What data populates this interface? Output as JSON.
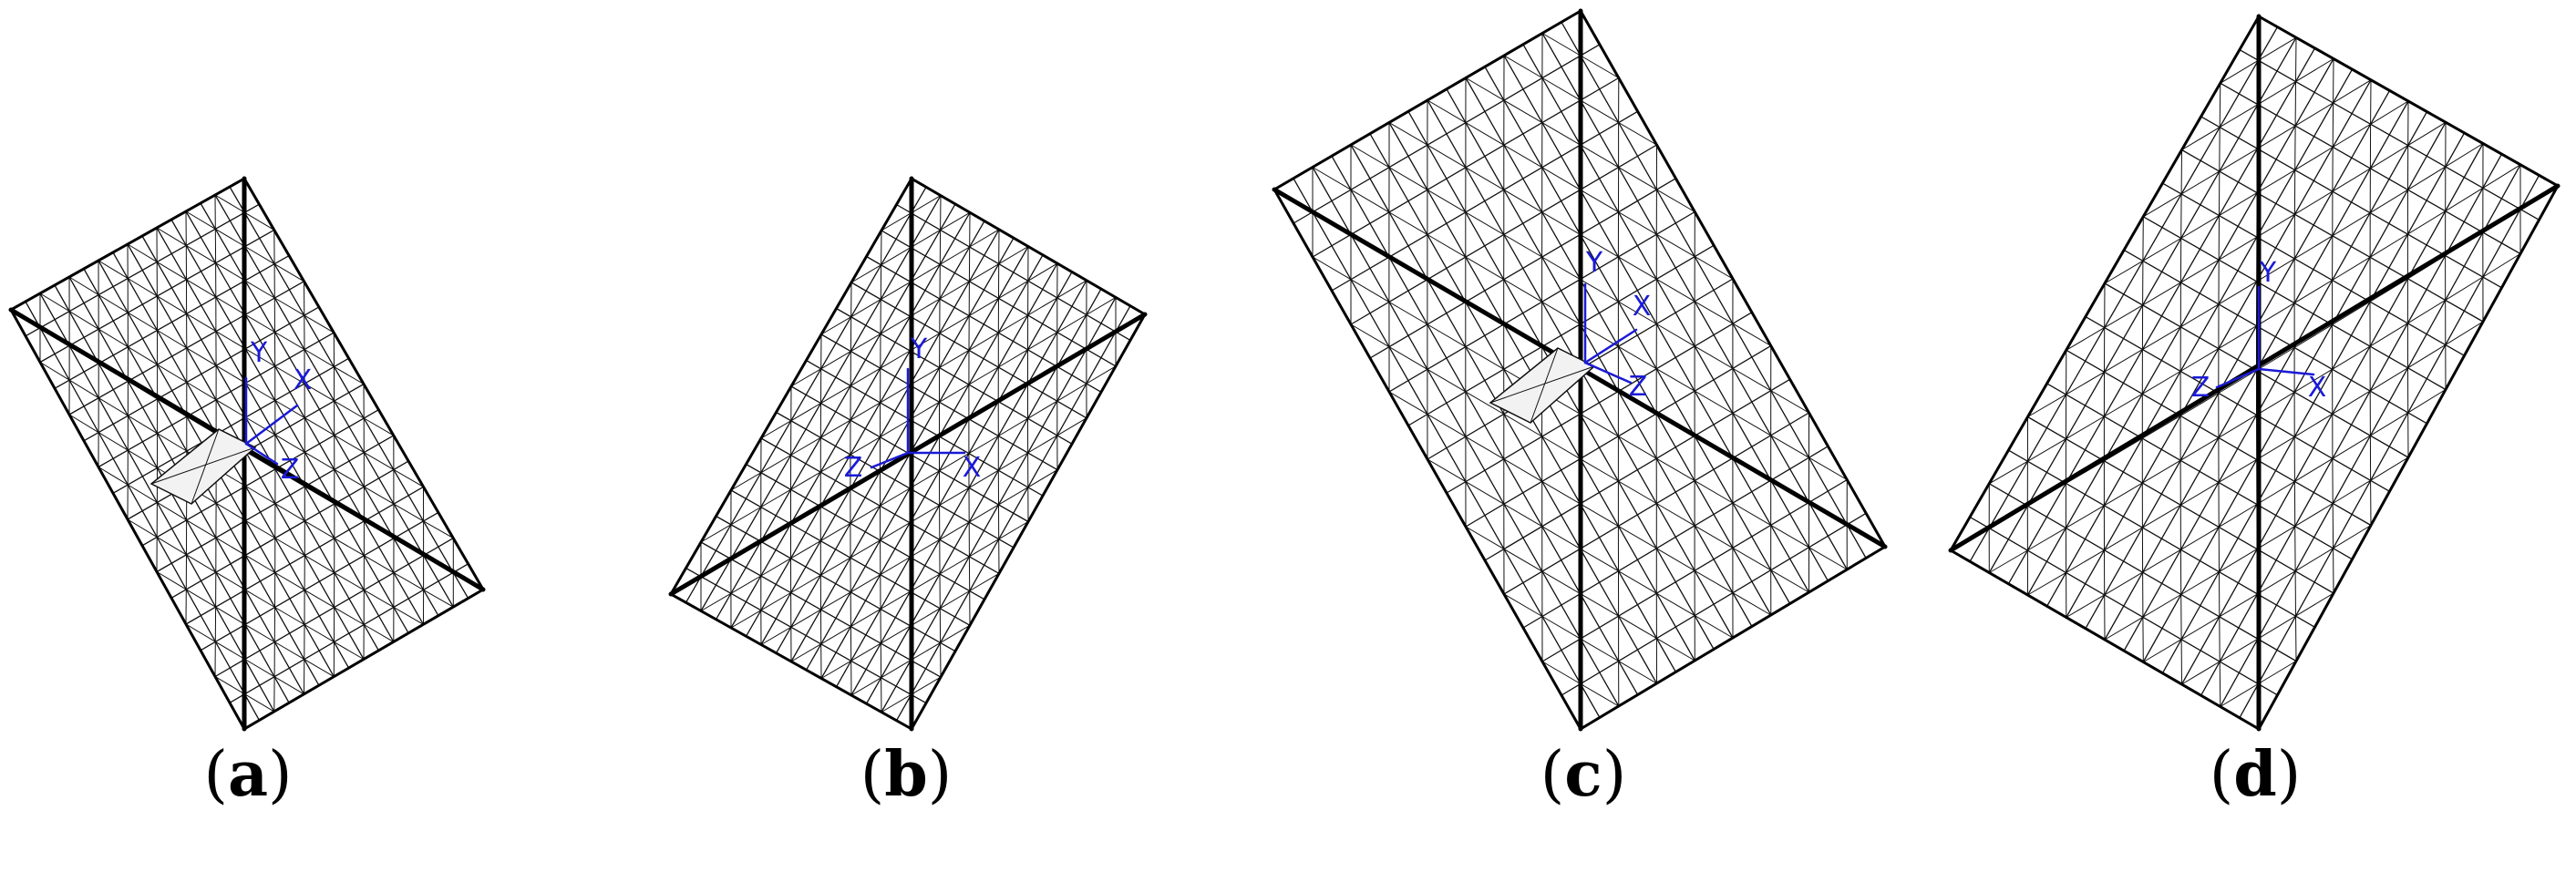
{
  "panels": [
    {
      "id": "a",
      "label": "a",
      "axes": [
        "Y",
        "X",
        "Z"
      ],
      "has_center_cell": true
    },
    {
      "id": "b",
      "label": "b",
      "axes": [
        "Y",
        "Z",
        "X"
      ],
      "has_center_cell": false
    },
    {
      "id": "c",
      "label": "c",
      "axes": [
        "Y",
        "X",
        "Z"
      ],
      "has_center_cell": true
    },
    {
      "id": "d",
      "label": "d",
      "axes": [
        "Y",
        "Z",
        "X"
      ],
      "has_center_cell": false
    }
  ],
  "colors": {
    "mesh": "#111111",
    "mesh_bold": "#000000",
    "axes": "#1a1ad6",
    "text": "#000000",
    "background": "#ffffff"
  }
}
